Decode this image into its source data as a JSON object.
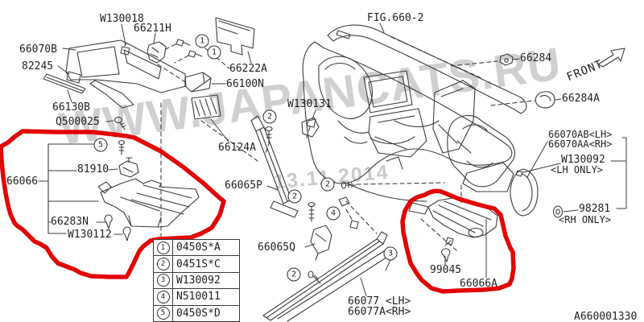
{
  "figure": {
    "fig_ref": "FIG.660-2",
    "drawing_id": "A660001330",
    "front": "FRONT"
  },
  "watermark": {
    "site": "WWW.JAPANCATS.RU",
    "date": "13.11.2014"
  },
  "part_labels": {
    "w130018": "W130018",
    "p66211h": "66211H",
    "p66070b": "66070B",
    "p82245": "82245",
    "p66130b": "66130B",
    "q500025": "Q500025",
    "p81910": "81910",
    "p66066": "66066",
    "p66283n": "66283N",
    "w130112": "W130112",
    "p66222a": "66222A",
    "p66100n": "66100N",
    "p66124a": "66124A",
    "w130131": "W130131",
    "p66065p": "66065P",
    "p66065q": "66065Q",
    "p66077lh": "66077 <LH>",
    "p66077rh": "66077A<RH>",
    "p66284": "66284",
    "p66284a": "66284A",
    "p66070ab": "66070AB<LH>",
    "p66070aa": "66070AA<RH>",
    "w130092": "W130092",
    "lh_only": "<LH ONLY>",
    "p98281": "98281",
    "rh_only": "<RH ONLY>",
    "p99045": "99045",
    "p66066a": "66066A"
  },
  "callouts": {
    "c1": "1",
    "c2": "2",
    "c3": "3",
    "c4": "4",
    "c5": "5"
  },
  "legend": {
    "rows": [
      {
        "num": "1",
        "code": "0450S*A"
      },
      {
        "num": "2",
        "code": "0451S*C"
      },
      {
        "num": "3",
        "code": "W130092"
      },
      {
        "num": "4",
        "code": "N510011"
      },
      {
        "num": "5",
        "code": "0450S*D"
      }
    ]
  }
}
